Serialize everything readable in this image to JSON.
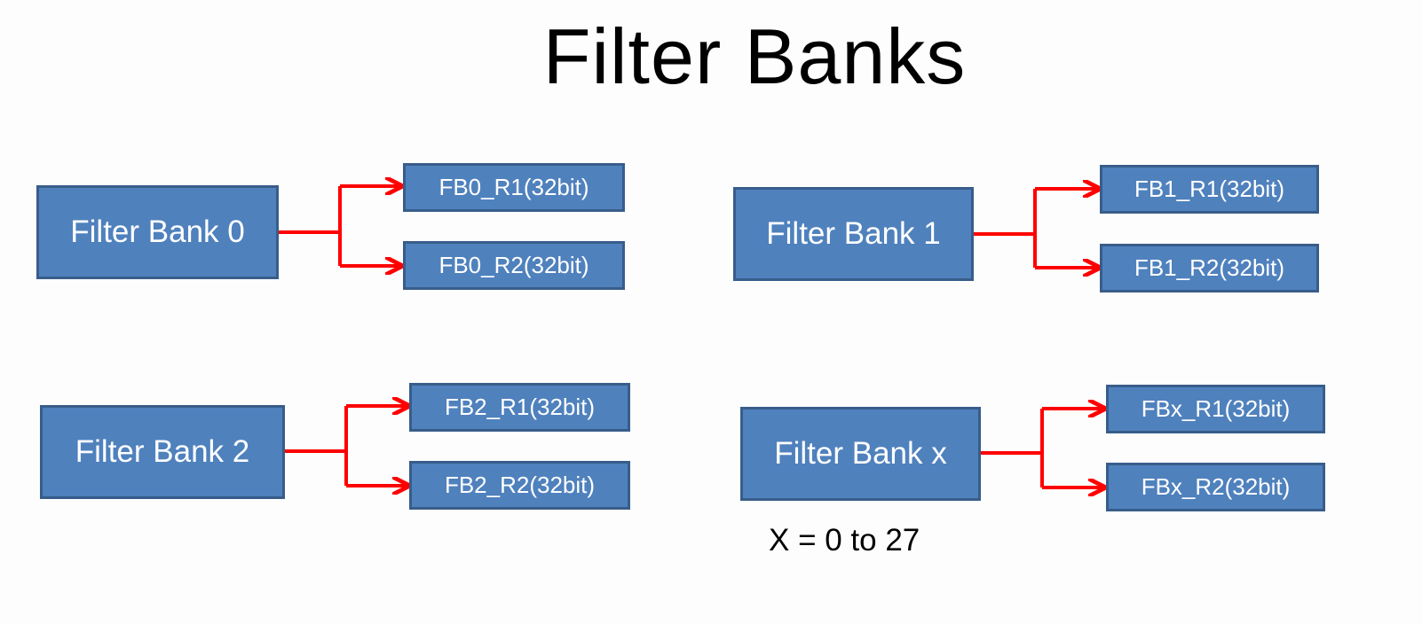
{
  "title": "Filter Banks",
  "colors": {
    "box_fill": "#4f81bd",
    "box_border": "#385d8a",
    "arrow": "#ff0000",
    "text_on_box": "#ffffff"
  },
  "banks": [
    {
      "label": "Filter Bank 0",
      "registers": [
        "FB0_R1(32bit)",
        "FB0_R2(32bit)"
      ]
    },
    {
      "label": "Filter Bank 1",
      "registers": [
        "FB1_R1(32bit)",
        "FB1_R2(32bit)"
      ]
    },
    {
      "label": "Filter Bank 2",
      "registers": [
        "FB2_R1(32bit)",
        "FB2_R2(32bit)"
      ]
    },
    {
      "label": "Filter Bank x",
      "registers": [
        "FBx_R1(32bit)",
        "FBx_R2(32bit)"
      ]
    }
  ],
  "note": "X = 0 to 27"
}
